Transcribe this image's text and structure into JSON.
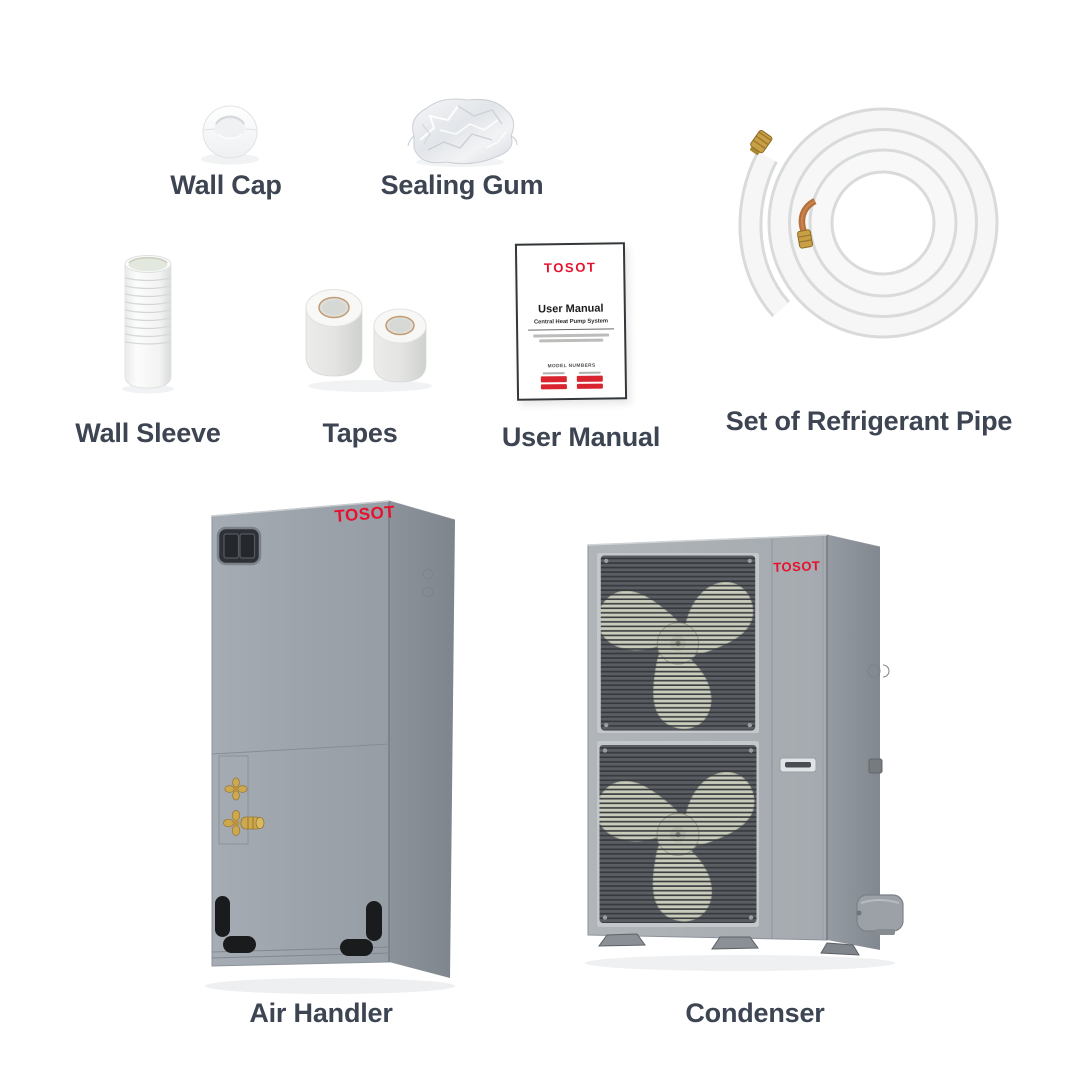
{
  "canvas": {
    "background": "#ffffff",
    "label_color": "#3d4452"
  },
  "brand": {
    "name": "TOSOT",
    "red": "#e8112d"
  },
  "items": [
    {
      "id": "wall-cap",
      "label": "Wall Cap"
    },
    {
      "id": "sealing-gum",
      "label": "Sealing Gum"
    },
    {
      "id": "wall-sleeve",
      "label": "Wall Sleeve"
    },
    {
      "id": "tapes",
      "label": "Tapes"
    },
    {
      "id": "user-manual",
      "label": "User Manual"
    },
    {
      "id": "refrigerant-pipe",
      "label": "Set of Refrigerant Pipe"
    },
    {
      "id": "air-handler",
      "label": "Air Handler"
    },
    {
      "id": "condenser",
      "label": "Condenser"
    }
  ],
  "manual": {
    "brand": "TOSOT",
    "title": "User Manual",
    "subtitle": "Central Heat Pump System",
    "model_heading": "MODEL NUMBERS"
  }
}
